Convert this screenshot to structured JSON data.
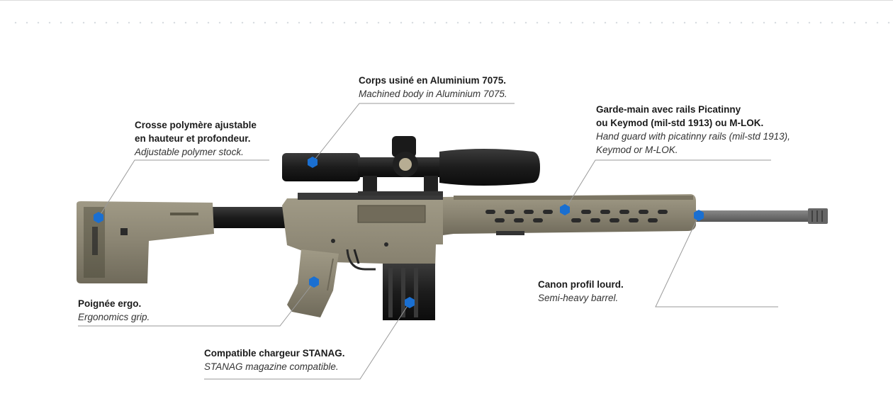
{
  "accent_color": "#1a6fd1",
  "callouts": {
    "body": {
      "fr": "Corps usiné en Aluminium 7075.",
      "en": "Machined body in Aluminium 7075."
    },
    "handguard": {
      "fr": "Garde-main avec rails Picatinny\nou Keymod (mil-std 1913) ou M-LOK.",
      "en": "Hand guard with picatinny rails (mil-std 1913),\nKeymod or M-LOK."
    },
    "stock": {
      "fr": "Crosse polymère ajustable\nen hauteur et profondeur.",
      "en": "Adjustable polymer stock."
    },
    "grip": {
      "fr": "Poignée ergo.",
      "en": "Ergonomics grip."
    },
    "barrel": {
      "fr": "Canon profil lourd.",
      "en": "Semi-heavy barrel."
    },
    "magazine": {
      "fr": "Compatible chargeur STANAG.",
      "en": "STANAG magazine compatible."
    }
  }
}
